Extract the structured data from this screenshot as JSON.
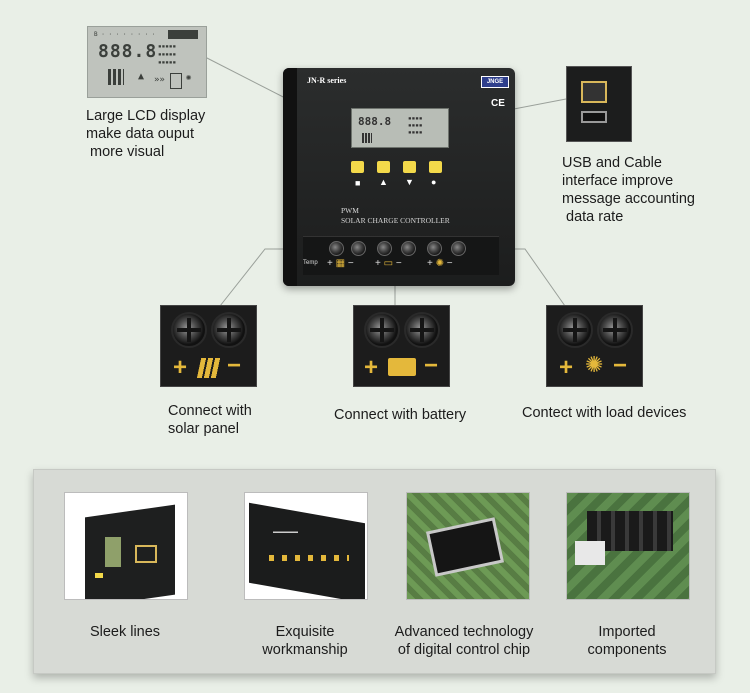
{
  "device": {
    "model": "JN-R series",
    "brand": "JNGE",
    "cert": "CE",
    "pwm": "PWM",
    "product": "SOLAR CHARGE CONTROLLER",
    "temp": "Temp",
    "lcd_digits": "888.8"
  },
  "features": {
    "lcd": [
      "Large LCD display",
      "make data ouput",
      " more visual"
    ],
    "usb": [
      "USB and Cable",
      "interface improve",
      "message accounting",
      " data rate"
    ]
  },
  "terminals": [
    {
      "caption": [
        "Connect with",
        "solar panel"
      ]
    },
    {
      "caption": [
        "Connect with battery"
      ]
    },
    {
      "caption": [
        "Contect with load devices"
      ]
    }
  ],
  "bottom_items": [
    {
      "caption": [
        "Sleek lines"
      ]
    },
    {
      "caption": [
        "Exquisite",
        "workmanship"
      ]
    },
    {
      "caption": [
        "Advanced technology",
        "of digital control chip"
      ]
    },
    {
      "caption": [
        "Imported",
        "components"
      ]
    }
  ],
  "colors": {
    "background": "#e9efe7",
    "button_yellow": "#f3d94a",
    "symbol_gold": "#e4b83b",
    "device_body": "#1c1d1d"
  }
}
